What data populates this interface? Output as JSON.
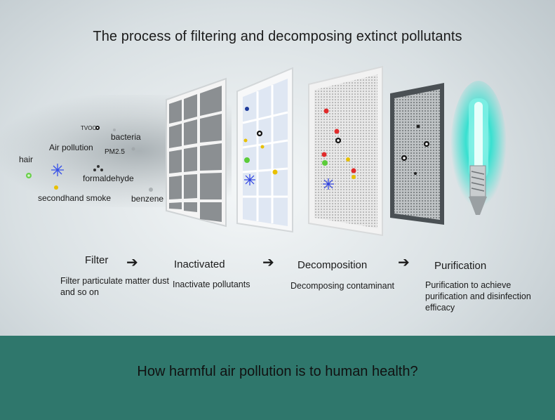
{
  "title": "The process of filtering and decomposing extinct pollutants",
  "pollutants": {
    "tvoc": "TVOC",
    "bacteria": "bacteria",
    "air_pollution": "Air pollution",
    "pm25": "PM2.5",
    "hair": "hair",
    "formaldehyde": "formaldehyde",
    "secondhand_smoke": "secondhand smoke",
    "benzene": "benzene"
  },
  "steps": [
    {
      "title": "Filter",
      "desc": "Filter particulate matter dust and so on"
    },
    {
      "title": "Inactivated",
      "desc": "Inactivate pollutants"
    },
    {
      "title": "Decomposition",
      "desc": "Decomposing contaminant"
    },
    {
      "title": "Purification",
      "desc": "Purification to achieve purification and disinfection efficacy"
    }
  ],
  "arrow_glyph": "➔",
  "footer_text": "How harmful air pollution is to human health?",
  "colors": {
    "band": "#2f776c",
    "uv_glow": "#38e0d0"
  }
}
